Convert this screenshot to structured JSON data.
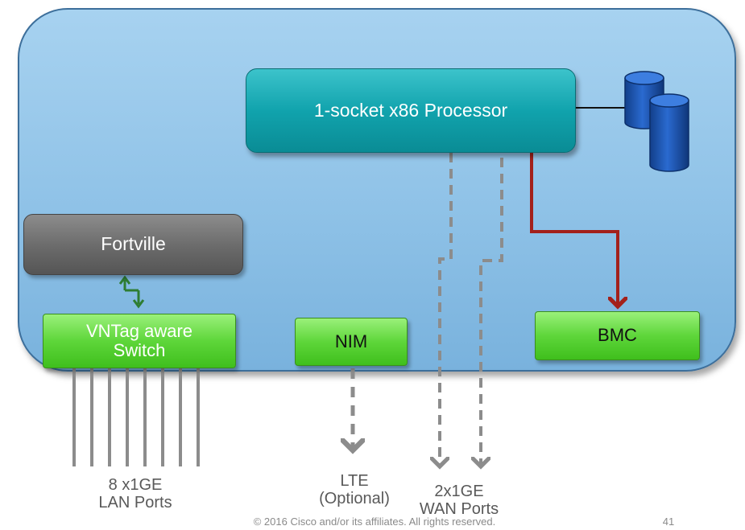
{
  "processor": {
    "label": "1-socket x86 Processor"
  },
  "fortville": {
    "label": "Fortville"
  },
  "switch": {
    "label": "VNTag aware Switch"
  },
  "nim": {
    "label": "NIM"
  },
  "bmc": {
    "label": "BMC"
  },
  "lan_ports": {
    "label_line1": "8 x1GE",
    "label_line2": "LAN Ports"
  },
  "lte": {
    "label_line1": "LTE",
    "label_line2": "(Optional)"
  },
  "wan_ports": {
    "label_line1": "2x1GE",
    "label_line2": "WAN Ports"
  },
  "footer": {
    "copyright": "© 2016  Cisco and/or its affiliates. All rights reserved.",
    "page_number": "41"
  },
  "colors": {
    "chassis": "#8fc2e7",
    "processor": "#11a3ad",
    "fortville": "#6a6a6a",
    "green_boxes": "#5ed63a",
    "bmc_link": "#a3211b",
    "dashed_links": "#8c8c8c",
    "storage": "#1c4fa3"
  }
}
